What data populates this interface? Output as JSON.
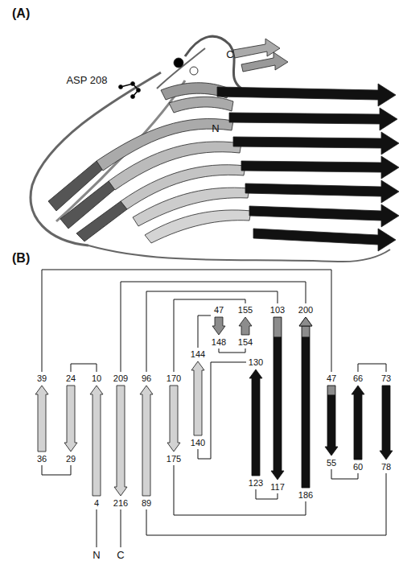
{
  "diagram": {
    "labels": [
      "(A)",
      "ASP 208",
      "C",
      "N",
      "(B)",
      "39",
      "24",
      "10",
      "209",
      "96",
      "170",
      "144",
      "47",
      "155",
      "103",
      "200",
      "47",
      "66",
      "73",
      "36",
      "29",
      "4",
      "216",
      "89",
      "175",
      "140",
      "148",
      "154",
      "130",
      "123",
      "117",
      "186",
      "55",
      "60",
      "78",
      "N",
      "C"
    ]
  }
}
